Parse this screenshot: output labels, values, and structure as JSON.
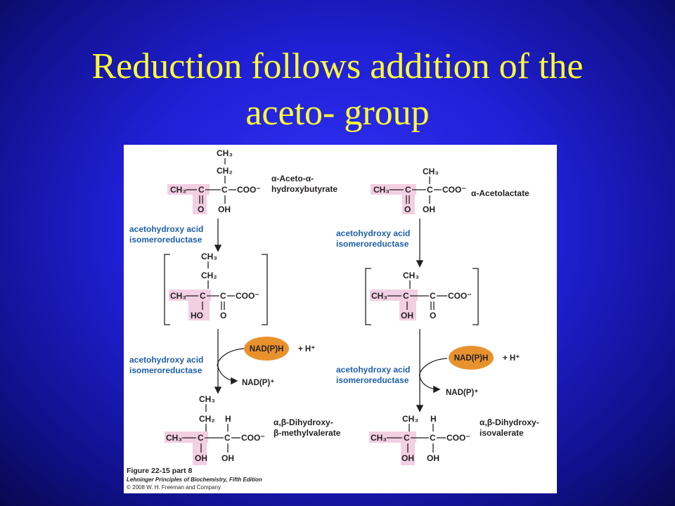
{
  "slide": {
    "title_line1": "Reduction follows addition of the",
    "title_line2": "aceto- group"
  },
  "colors": {
    "title": "#ffff33",
    "background": "#2020d6",
    "highlight": "#f2cfe3",
    "enzyme_text": "#1f5fa6",
    "cofactor_fill": "#e8922e"
  },
  "figure": {
    "left": {
      "compound1": {
        "name_line1": "α-Aceto-α-",
        "name_line2": "hydroxybutyrate",
        "ch3": "CH₃",
        "ch2": "CH₂",
        "ch3_left": "CH₃",
        "c1": "C",
        "c2": "C",
        "coo": "COO⁻",
        "o": "O",
        "oh": "OH"
      },
      "enzyme1_line1": "acetohydroxy acid",
      "enzyme1_line2": "isomeroreductase",
      "compound2": {
        "ch3": "CH₃",
        "ch2": "CH₂",
        "ch3_left": "CH₃",
        "c1": "C",
        "c2": "C",
        "coo": "COO⁻",
        "ho": "HO",
        "o": "O"
      },
      "enzyme2_line1": "acetohydroxy acid",
      "enzyme2_line2": "isomeroreductase",
      "cofactor_in": "NAD(P)H",
      "proton": "+ H⁺",
      "cofactor_out": "NAD(P)⁺",
      "compound3": {
        "name_line1": "α,β-Dihydroxy-",
        "name_line2": "β-methylvalerate",
        "ch3": "CH₃",
        "ch2": "CH₂",
        "h": "H",
        "ch3_left": "CH₃",
        "c1": "C",
        "c2": "C",
        "coo": "COO⁻",
        "oh1": "OH",
        "oh2": "OH"
      }
    },
    "right": {
      "compound1": {
        "name": "α-Acetolactate",
        "ch3": "CH₃",
        "ch3_left": "CH₃",
        "c1": "C",
        "c2": "C",
        "coo": "COO⁻",
        "o": "O",
        "oh": "OH"
      },
      "enzyme1_line1": "acetohydroxy acid",
      "enzyme1_line2": "isomeroreductase",
      "compound2": {
        "ch3": "CH₃",
        "ch3_left": "CH₃",
        "c1": "C",
        "c2": "C",
        "coo": "COO⁻",
        "oh": "OH",
        "o": "O"
      },
      "enzyme2_line1": "acetohydroxy acid",
      "enzyme2_line2": "isomeroreductase",
      "cofactor_in": "NAD(P)H",
      "proton": "+ H⁺",
      "cofactor_out": "NAD(P)⁺",
      "compound3": {
        "name_line1": "α,β-Dihydroxy-",
        "name_line2": "isovalerate",
        "ch3": "CH₃",
        "h": "H",
        "ch3_left": "CH₃",
        "c1": "C",
        "c2": "C",
        "coo": "COO⁻",
        "oh1": "OH",
        "oh2": "OH"
      }
    },
    "caption": {
      "figure_label": "Figure 22-15 part 8",
      "book": "Lehninger Principles of Biochemistry, Fifth Edition",
      "copyright": "© 2008 W. H. Freeman and Company"
    }
  }
}
